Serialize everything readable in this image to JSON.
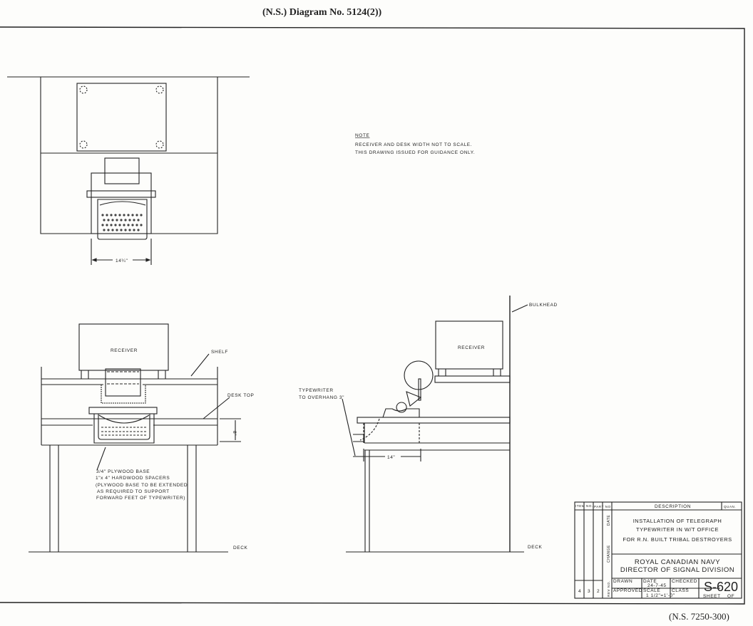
{
  "header": {
    "title": "(N.S.) Diagram No. 5124(2))",
    "footer": "(N.S. 7250-300)"
  },
  "note": {
    "heading": "NOTE",
    "lines": [
      "RECEIVER AND DESK WIDTH NOT TO SCALE.",
      "THIS DRAWING ISSUED FOR GUIDANCE ONLY."
    ]
  },
  "plan_view": {
    "dimension": "14¼\""
  },
  "front_view": {
    "receiver": "RECEIVER",
    "shelf": "SHELF",
    "desk_top": "DESK TOP",
    "dimension": "8\"",
    "deck": "DECK",
    "base_note": [
      "3/4\" PLYWOOD BASE",
      "1\"x 4\" HARDWOOD SPACERS",
      "(PLYWOOD BASE TO BE EXTENDED",
      "AS REQUIRED TO SUPPORT",
      "FORWARD FEET OF TYPEWRITER)"
    ]
  },
  "side_view": {
    "receiver": "RECEIVER",
    "bulkhead": "BULKHEAD",
    "overhang": [
      "TYPEWRITER",
      "TO OVERHANG 3\""
    ],
    "dimension": "14\"",
    "deck": "DECK"
  },
  "title_block": {
    "item_no": "ITEM NO.",
    "part_no": "PART NO",
    "description": "DESCRIPTION",
    "quan": "QUAN.",
    "date": "DATE",
    "change": "CHANGE",
    "title_lines": [
      "INSTALLATION OF TELEGRAPH",
      "TYPEWRITER IN W/T OFFICE",
      "FOR R.N. BUILT TRIBAL DESTROYERS"
    ],
    "org": [
      "ROYAL CANADIAN NAVY",
      "DIRECTOR OF SIGNAL DIVISION"
    ],
    "drawn": "DRAWN",
    "date_label": "DATE",
    "date_value": "24-7-45",
    "checked": "CHECKED",
    "approved": "APPROVED",
    "scale": "SCALE",
    "scale_value": "1 1/2\"=1'-0\"",
    "class": "CLASS",
    "number": "S-620",
    "sheet": "SHEET",
    "of": "OF",
    "rev": [
      "4",
      "3",
      "2"
    ],
    "rev_no": "REV NO."
  }
}
